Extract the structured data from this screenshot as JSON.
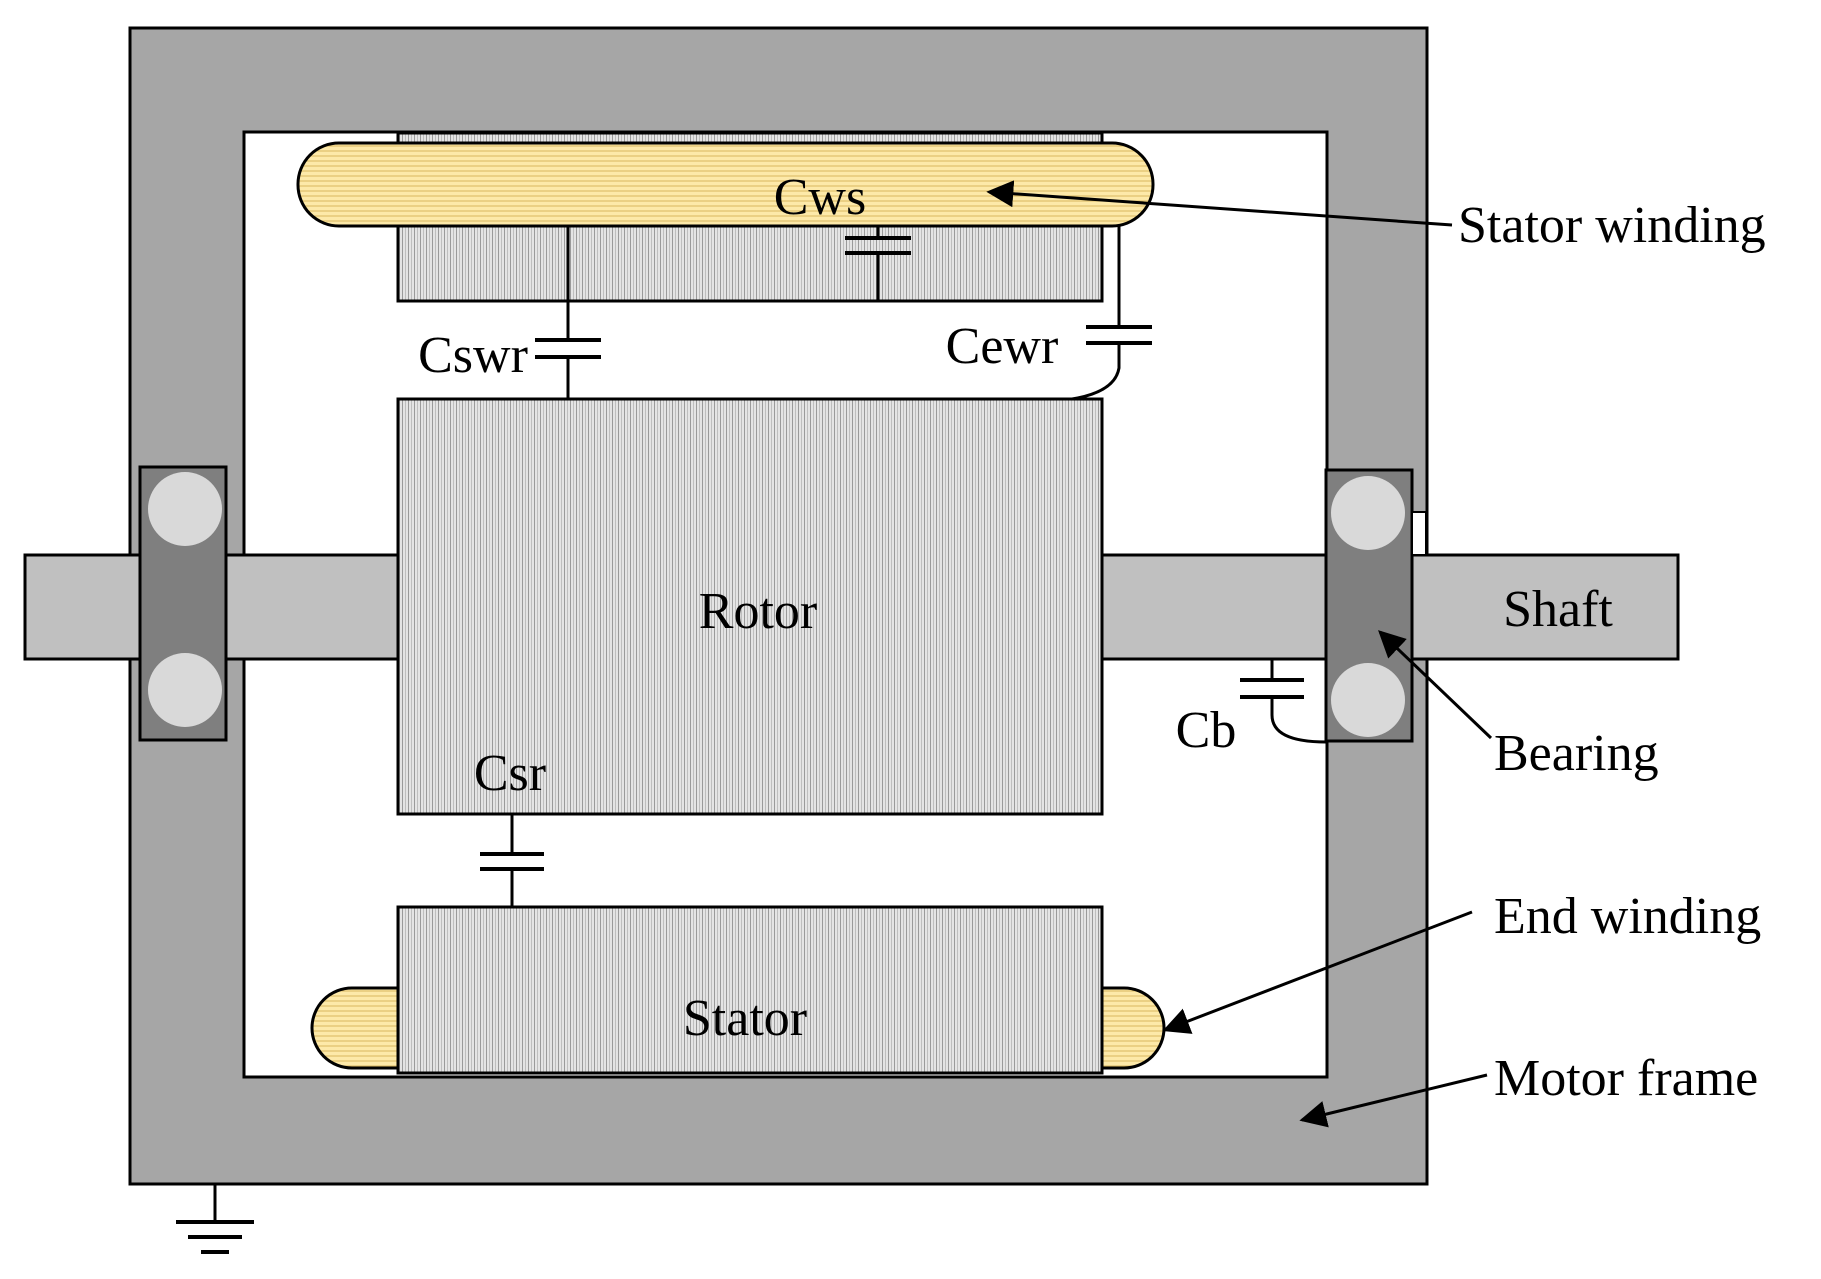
{
  "labels": {
    "cws": "Cws",
    "cswr": "Cswr",
    "cewr": "Cewr",
    "rotor": "Rotor",
    "csr": "Csr",
    "cb": "Cb",
    "stator": "Stator",
    "stator_winding": "Stator winding",
    "shaft": "Shaft",
    "bearing": "Bearing",
    "end_winding": "End winding",
    "motor_frame": "Motor frame"
  },
  "colors": {
    "frame": "#a6a6a6",
    "shaft": "#c0c0c0",
    "core": "#d9d9d9",
    "winding": "#fde9a9",
    "bearing_housing": "#7f7f7f",
    "bearing_ball": "#d9d9d9",
    "outline": "#000000"
  },
  "icons": {
    "ground": "ground-symbol-icon"
  }
}
